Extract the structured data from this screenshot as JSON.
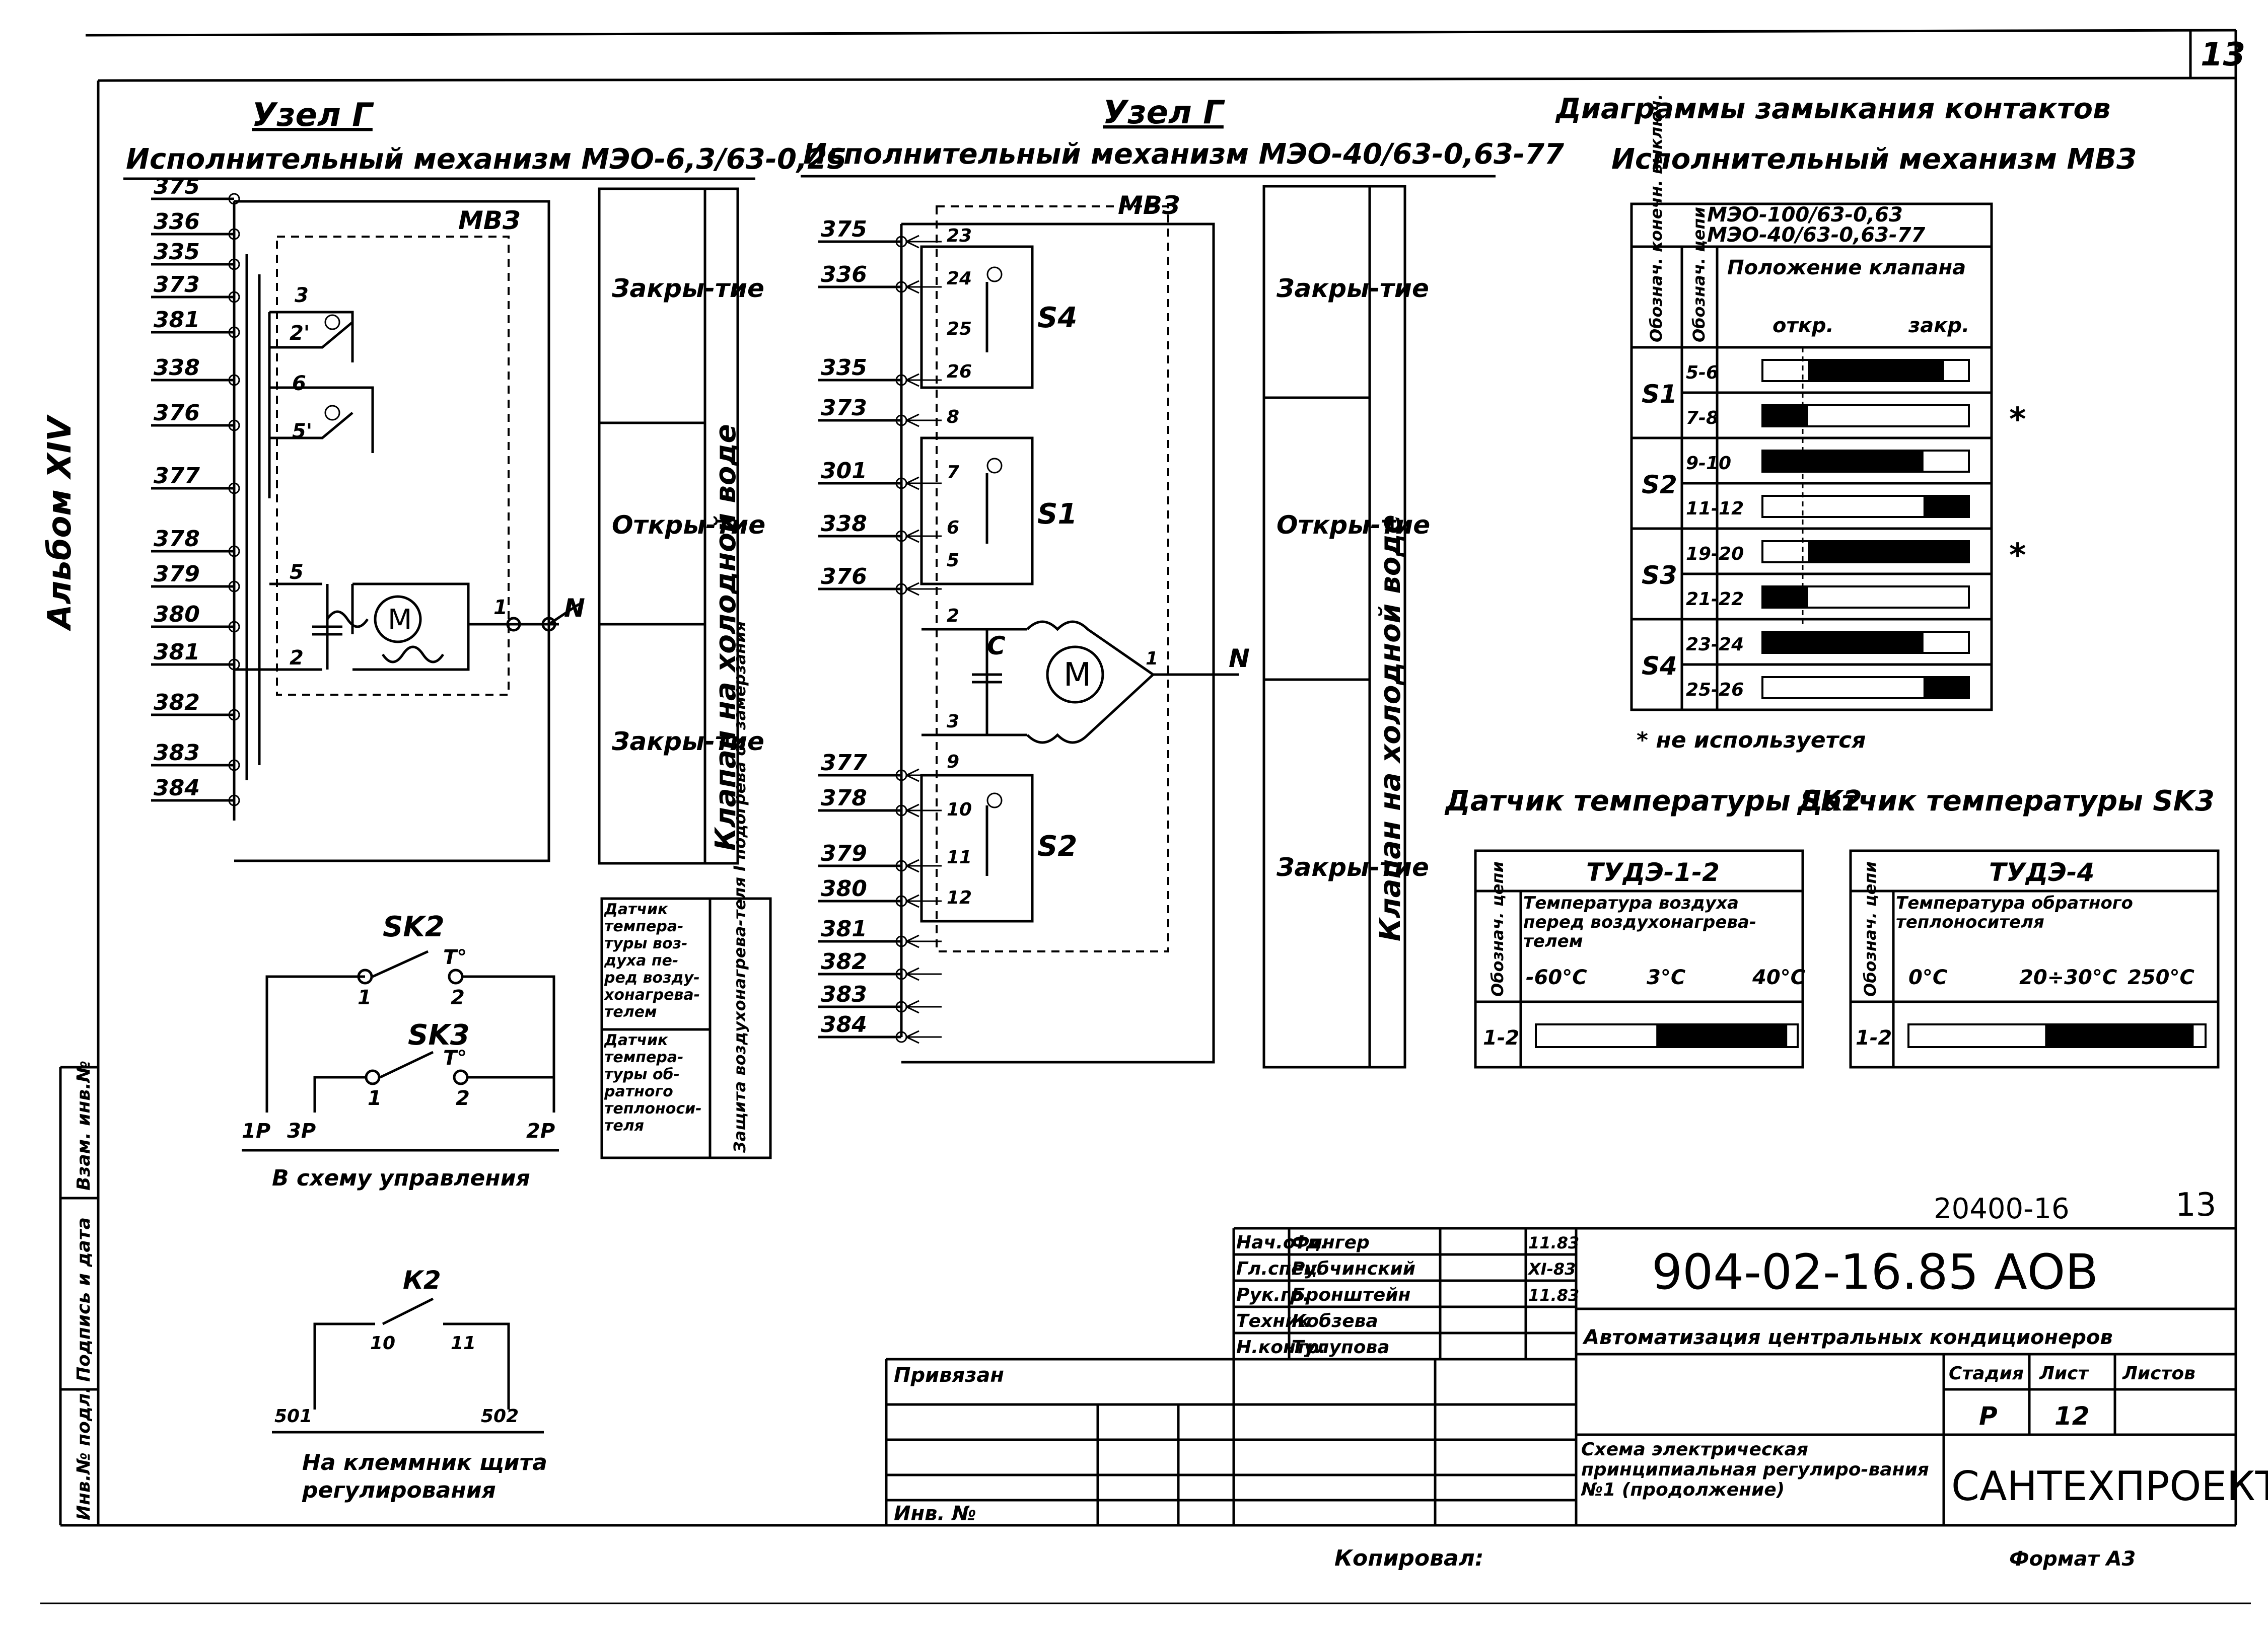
{
  "sheet_number_top": "13",
  "album_label": "Альбом XIV",
  "left_block": {
    "title": "Узел Г",
    "subtitle": "Исполнительный механизм МЭО-6,3/63-0,25",
    "device_label": "МВЗ",
    "terminals": [
      "375",
      "336",
      "335",
      "373",
      "381",
      "338",
      "376",
      "377",
      "378",
      "379",
      "380",
      "381",
      "382",
      "383",
      "384"
    ],
    "contacts": [
      "3",
      "2'",
      "6",
      "5'",
      "5",
      "2",
      "1"
    ],
    "neutral": "N",
    "motor": "M"
  },
  "left_side_table": {
    "rows": [
      "Закры-тие",
      "Откры-тие",
      "Закры-тие"
    ],
    "vertical": "Клапан на холодной воде"
  },
  "sensor_note": {
    "left": "Датчик темпера-туры воз-духа пе-ред возду-хонагрева-телем",
    "left2": "Датчик темпера-туры об-ратного теплоноси-теля",
    "vertical": "Защита воздухонагрева-теля I подогрева от замерзания"
  },
  "sk_block": {
    "sk2": "SK2",
    "sk3": "SK3",
    "t": "T°",
    "n1": "1",
    "n2": "2",
    "left": "1Р",
    "mid": "3Р",
    "right": "2Р",
    "caption": "В схему управления"
  },
  "k2_block": {
    "title": "К2",
    "n10": "10",
    "n11": "11",
    "left": "501",
    "right": "502",
    "caption1": "На клеммник щита",
    "caption2": "регулирования"
  },
  "middle_block": {
    "title": "Узел Г",
    "subtitle": "Исполнительный механизм МЭО-40/63-0,63-77",
    "device_label": "МВЗ",
    "terminals": [
      "375",
      "336",
      "335",
      "373",
      "301",
      "338",
      "376",
      "377",
      "378",
      "379",
      "380",
      "381",
      "382",
      "383",
      "384"
    ],
    "contacts": [
      "23",
      "24",
      "25",
      "26",
      "8",
      "7",
      "6",
      "5",
      "2",
      "3",
      "9",
      "10",
      "11",
      "12",
      "1"
    ],
    "switches": [
      "S4",
      "S1",
      "S2"
    ],
    "capacitor": "C",
    "neutral": "N",
    "motor": "M"
  },
  "middle_side_table": {
    "rows": [
      "Закры-тие",
      "Откры-тие",
      "Закры-тие"
    ],
    "vertical": "Клапан на холодной воде"
  },
  "diagram": {
    "title": "Диаграммы замыкания контактов",
    "subtitle": "Исполнительный механизм МВЗ",
    "model1": "МЭО-100/63-0,63",
    "model2": "МЭО-40/63-0,63-77",
    "col1": "Обознач. конечн. выключ.",
    "col2": "Обознач. цепи",
    "pos_header": "Положение клапана",
    "open": "откр.",
    "closed": "закр.",
    "rows": [
      {
        "sw": "S1",
        "chain": "5-6",
        "black_from": 0.22,
        "black_to": 0.88,
        "note": ""
      },
      {
        "sw": "",
        "chain": "7-8",
        "black_from": 0.0,
        "black_to": 0.22,
        "note": "*"
      },
      {
        "sw": "S2",
        "chain": "9-10",
        "black_from": 0.0,
        "black_to": 0.78,
        "note": ""
      },
      {
        "sw": "",
        "chain": "11-12",
        "black_from": 0.78,
        "black_to": 1.0,
        "note": ""
      },
      {
        "sw": "S3",
        "chain": "19-20",
        "black_from": 0.22,
        "black_to": 1.0,
        "note": "*"
      },
      {
        "sw": "",
        "chain": "21-22",
        "black_from": 0.0,
        "black_to": 0.22,
        "note": ""
      },
      {
        "sw": "S4",
        "chain": "23-24",
        "black_from": 0.0,
        "black_to": 0.78,
        "note": ""
      },
      {
        "sw": "",
        "chain": "25-26",
        "black_from": 0.78,
        "black_to": 1.0,
        "note": ""
      }
    ],
    "footnote": "* не используется"
  },
  "sensor_sk2": {
    "title": "Датчик температуры SK2",
    "model": "ТУДЭ-1-2",
    "col": "Обознач. цепи",
    "desc": "Температура воздуха перед воздухонагрева-телем",
    "t1": "-60°С",
    "t2": "3°С",
    "t3": "40°С",
    "chain": "1-2",
    "black_from": 0.46,
    "black_to": 0.96
  },
  "sensor_sk3": {
    "title": "Датчик температуры SK3",
    "model": "ТУДЭ-4",
    "col": "Обознач. цепи",
    "desc": "Температура обратного теплоносителя",
    "t1": "0°С",
    "t2": "20÷30°С",
    "t3": "250°С",
    "chain": "1-2",
    "black_from": 0.46,
    "black_to": 0.96
  },
  "stamp": {
    "code": "904-02-16.85 АОВ",
    "ref": "20400-16",
    "sheet_ref": "13",
    "title": "Автоматизация центральных кондиционеров",
    "doc_title": "Схема электрическая принципиальная регулиро-вания №1 (продолжение)",
    "stage_label": "Стадия",
    "sheet_label": "Лист",
    "sheets_label": "Листов",
    "stage": "Р",
    "sheet": "12",
    "org": "САНТЕХПРОЕКТ",
    "privyazan": "Привязан",
    "inv": "Инв. №",
    "people": [
      {
        "role": "Нач.отд.",
        "name": "Фингер",
        "date": "11.83"
      },
      {
        "role": "Гл.спец.",
        "name": "Рубчинский",
        "date": "XI-83"
      },
      {
        "role": "Рук.гр.",
        "name": "Бронштейн",
        "date": "11.83"
      },
      {
        "role": "Техник",
        "name": "Кобзева",
        "date": ""
      },
      {
        "role": "Н.контр.",
        "name": "Тулупова",
        "date": ""
      }
    ]
  },
  "left_strip": {
    "c1": "Инв.№ подл.",
    "c2": "Подпись и дата",
    "c3": "Взам. инв.№"
  },
  "footer": {
    "copied": "Копировал:",
    "format": "Формат А3"
  }
}
